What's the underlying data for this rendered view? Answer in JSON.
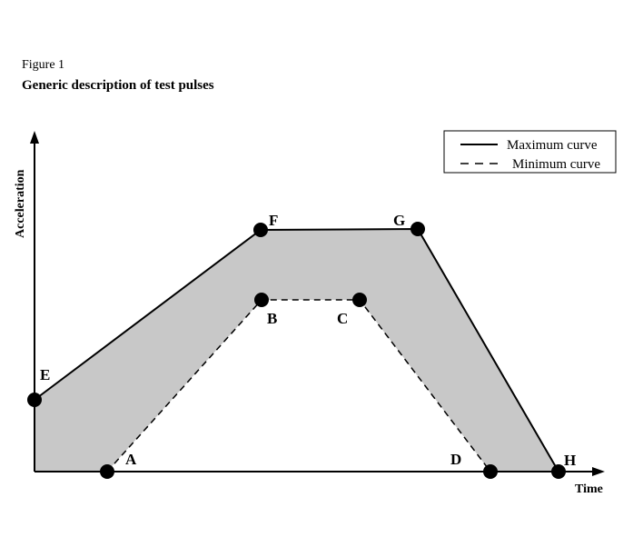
{
  "figure": {
    "label": "Figure 1",
    "title": "Generic description of test pulses"
  },
  "axes": {
    "x_label": "Time",
    "y_label": "Acceleration"
  },
  "legend": {
    "maximum": "Maximum curve",
    "minimum": "Minimum curve",
    "placement": "top-right"
  },
  "curves": {
    "maximum": {
      "style": "solid",
      "points": [
        "E",
        "F",
        "G",
        "H"
      ]
    },
    "minimum": {
      "style": "dashed",
      "points": [
        "A",
        "B",
        "C",
        "D"
      ]
    },
    "band_color": "#c8c8c8"
  },
  "points": {
    "A": "A",
    "B": "B",
    "C": "C",
    "D": "D",
    "E": "E",
    "F": "F",
    "G": "G",
    "H": "H"
  }
}
